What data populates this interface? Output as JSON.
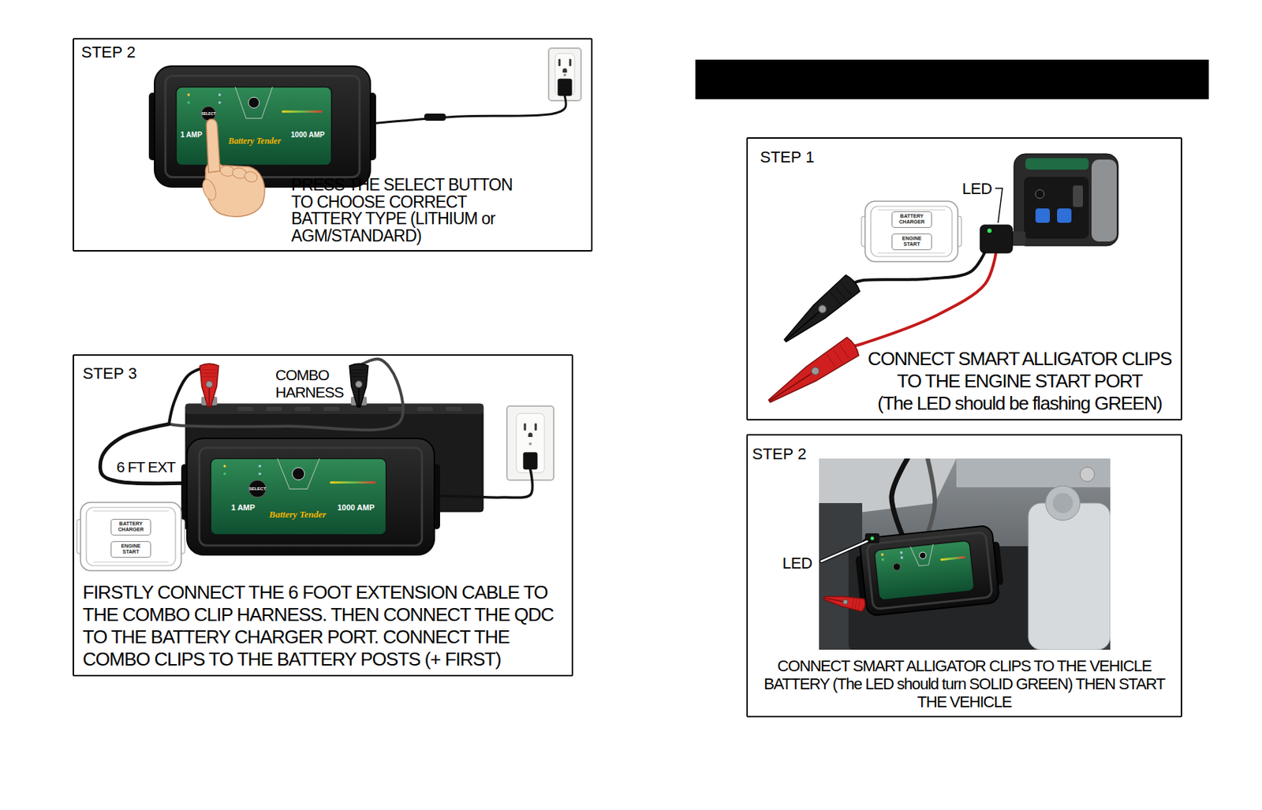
{
  "diagram": {
    "nodes": [
      {
        "text": [
          "STEP 2",
          "PRESS THE SELECT BUTTON TO CHOOSE CORRECT BATTERY TYPE (LITHIUM or AGM/STANDARD)"
        ]
      },
      {
        "text": [
          "STEP 3",
          "FIRSTLY CONNECT THE 6 FOOT EXTENSION CABLE TO THE COMBO CLIP HARNESS. THEN CONNECT THE QDC TO THE BATTERY CHARGER PORT. CONNECT THE COMBO CLIPS TO THE BATTERY POSTS (+ FIRST)"
        ]
      },
      {
        "text": [
          "BATTERY CHARGER"
        ],
        "in": 1
      },
      {
        "text": [
          "ENGINE START"
        ],
        "in": 1
      },
      {
        "text": [
          "STEP 1",
          "CONNECT SMART ALLIGATOR CLIPS TO THE ENGINE START PORT",
          "(The LED should be flashing GREEN)"
        ]
      },
      {
        "text": [
          "BATTERY CHARGER"
        ],
        "in": 4
      },
      {
        "text": [
          "ENGINE START"
        ],
        "in": 4
      },
      {
        "text": [
          "STEP 2",
          "CONNECT SMART ALLIGATOR CLIPS TO THE VEHICLE BATTERY (The LED should turn SOLID GREEN) THEN START THE VEHICLE"
        ]
      }
    ],
    "labels": [
      "SELECT",
      "1 AMP",
      "Battery Tender",
      "1000 AMP",
      "COMBO HARNESS",
      "6 FT EXT",
      "SELECT",
      "1 AMP",
      "Battery Tender",
      "1000 AMP",
      "LED",
      "LED"
    ]
  }
}
